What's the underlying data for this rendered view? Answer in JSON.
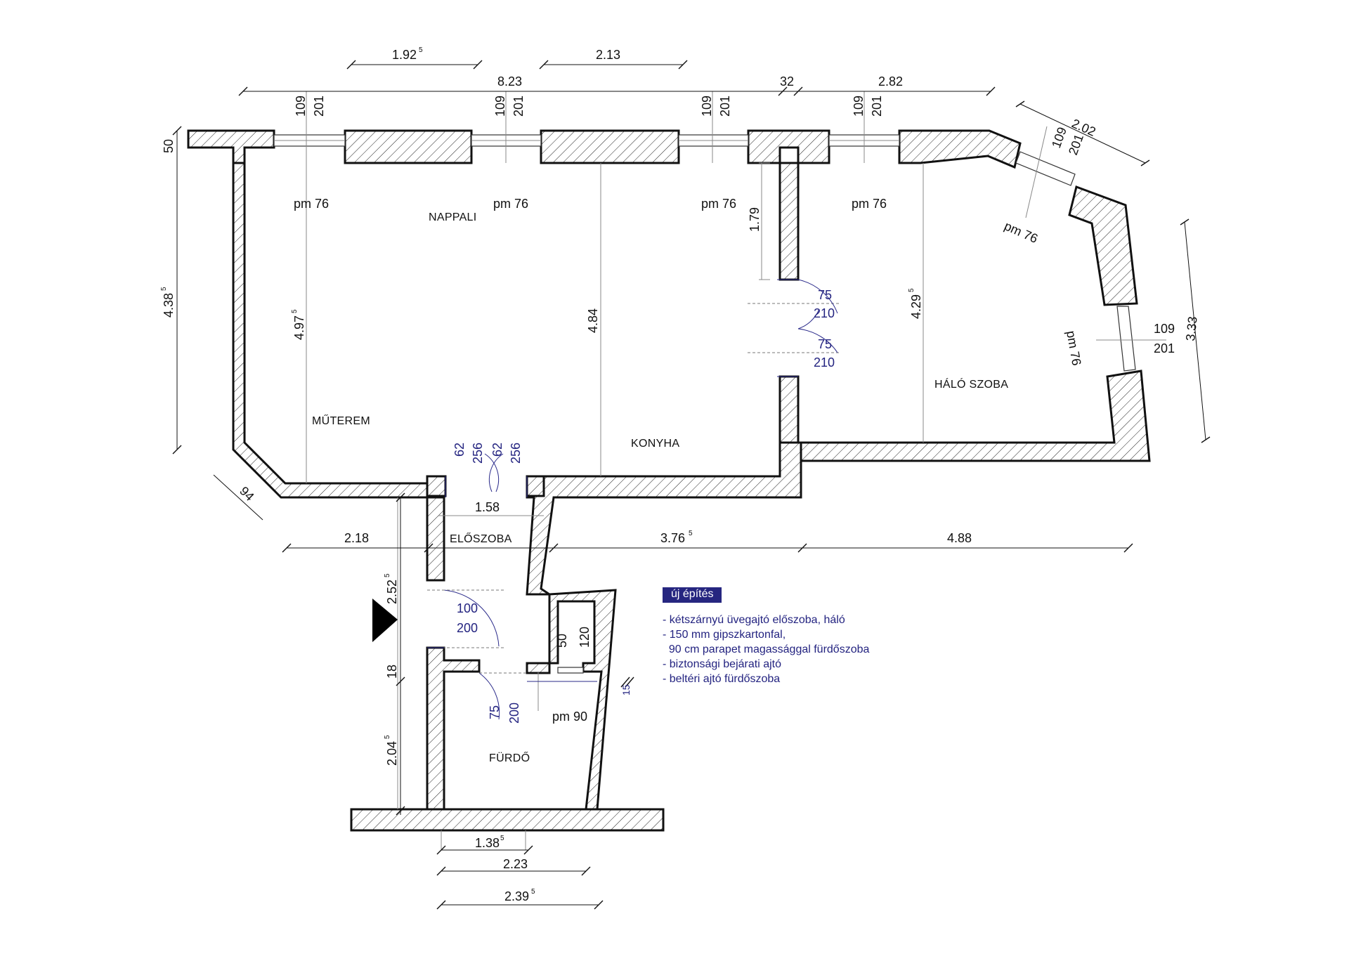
{
  "rooms": {
    "nappali": "NAPPALI",
    "muterem": "MŰTEREM",
    "konyha": "KONYHA",
    "halo": "HÁLÓ SZOBA",
    "eloszoba": "ELŐSZOBA",
    "furdo": "FÜRDŐ"
  },
  "dims": {
    "top_192": "1.92",
    "top_192_sup": "5",
    "top_213": "2.13",
    "top_823": "8.23",
    "top_32": "32",
    "top_282": "2.82",
    "left_50": "50",
    "left_438": "4.38",
    "left_438_sup": "5",
    "diag_94": "94",
    "diag_202": "2.02",
    "right_333": "3.33",
    "d_497": "4.97",
    "d_497_sup": "5",
    "d_484": "4.84",
    "d_179": "1.79",
    "d_429": "4.29",
    "d_429_sup": "5",
    "d_158": "1.58",
    "d_218": "2.18",
    "d_376": "3.76",
    "d_376_sup": "5",
    "d_488": "4.88",
    "d_252": "2.52",
    "d_252_sup": "5",
    "d_18": "18",
    "d_204": "2.04",
    "d_204_sup": "5",
    "d_50": "50",
    "d_120": "120",
    "d_15": "15",
    "b_138": "1.38",
    "b_138_sup": "5",
    "b_223": "2.23",
    "b_239": "2.39",
    "b_239_sup": "5"
  },
  "windows": {
    "w1_h": "109",
    "w1_w": "201",
    "w1_pm": "pm 76",
    "w2_h": "109",
    "w2_w": "201",
    "w2_pm": "pm 76",
    "w3_h": "109",
    "w3_w": "201",
    "w3_pm": "pm 76",
    "w4_h": "109",
    "w4_w": "201",
    "w4_pm": "pm 76",
    "w5_h": "109",
    "w5_w": "201",
    "w5_pm": "pm 76",
    "w6_h": "109",
    "w6_w": "201",
    "w6_pm": "pm 76",
    "bath_pm": "pm 90"
  },
  "doors": {
    "hall_top_w": "75",
    "hall_top_h": "210",
    "hall_bot_w": "75",
    "hall_bot_h": "210",
    "d1_w": "62",
    "d1_h": "256",
    "d2_w": "62",
    "d2_h": "256",
    "entry_w": "100",
    "entry_h": "200",
    "bath_w": "75",
    "bath_h": "200"
  },
  "legend": {
    "title": "új építés",
    "items": [
      "- kétszárnyú üvegajtó előszoba, háló",
      "- 150 mm gipszkartonfal,",
      "  90 cm parapet magassággal fürdőszoba",
      "- biztonsági bejárati ajtó",
      "- beltéri ajtó fürdőszoba"
    ]
  },
  "colors": {
    "wall_stroke": "#111111",
    "annotation_blue": "#232380",
    "legend_bg": "#262680"
  }
}
